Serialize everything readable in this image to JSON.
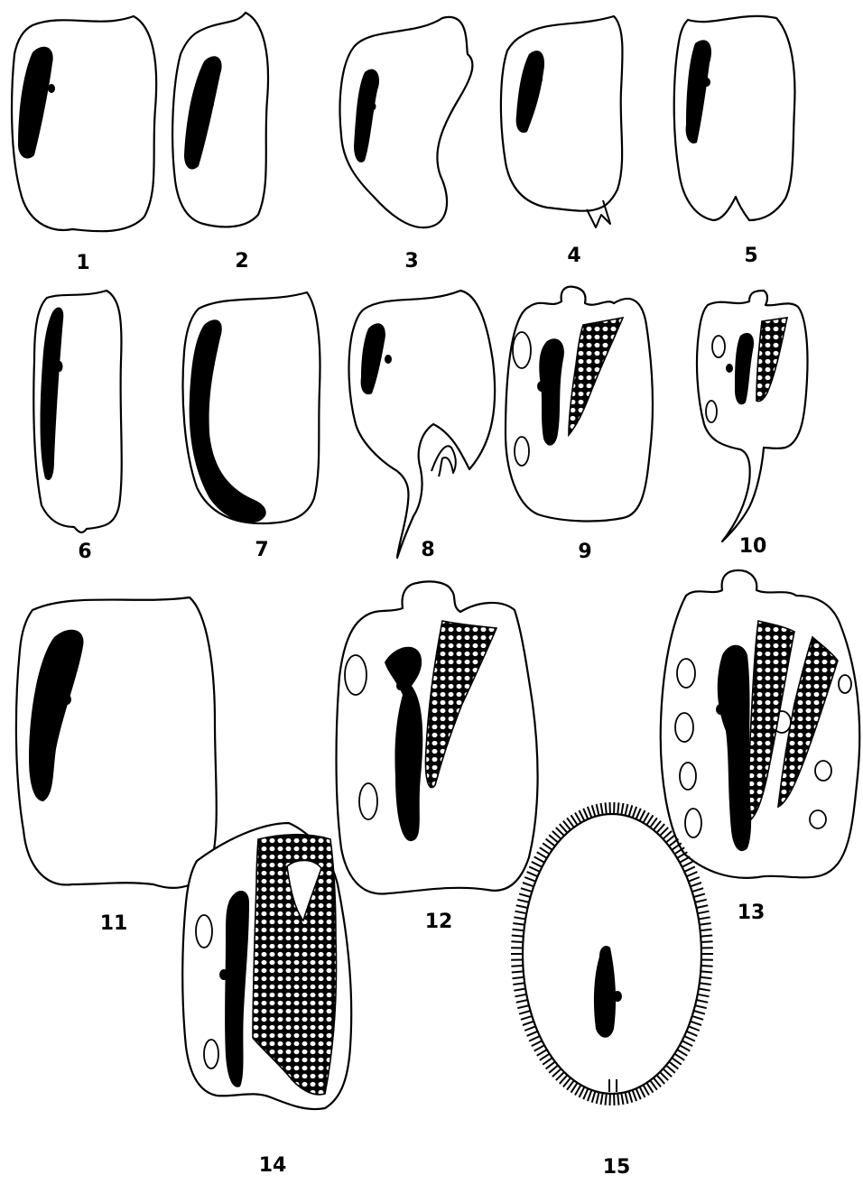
{
  "figures": [
    {
      "label": "1"
    },
    {
      "label": "2"
    },
    {
      "label": "3"
    },
    {
      "label": "4"
    },
    {
      "label": "5"
    },
    {
      "label": "6"
    },
    {
      "label": "7"
    },
    {
      "label": "8"
    },
    {
      "label": "9"
    },
    {
      "label": "10"
    },
    {
      "label": "11"
    },
    {
      "label": "12"
    },
    {
      "label": "13"
    },
    {
      "label": "14"
    },
    {
      "label": "15"
    }
  ],
  "colors": {
    "ink": "#000000",
    "paper": "#ffffff"
  }
}
